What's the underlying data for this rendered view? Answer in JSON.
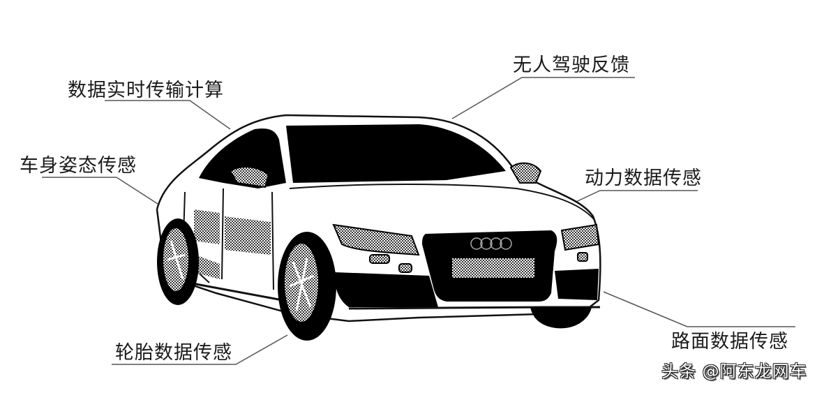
{
  "labels": {
    "data_transfer": "数据实时传输计算",
    "autonomous_feedback": "无人驾驶反馈",
    "body_attitude": "车身姿态传感",
    "power_data": "动力数据传感",
    "tire_data": "轮胎数据传感",
    "road_data": "路面数据传感"
  },
  "watermark": "头条 @阿东龙网车",
  "colors": {
    "line": "#555555",
    "text": "#1a1a1a",
    "car_dark": "#000000",
    "car_halftone": "#9a9a9a",
    "background": "#ffffff"
  }
}
